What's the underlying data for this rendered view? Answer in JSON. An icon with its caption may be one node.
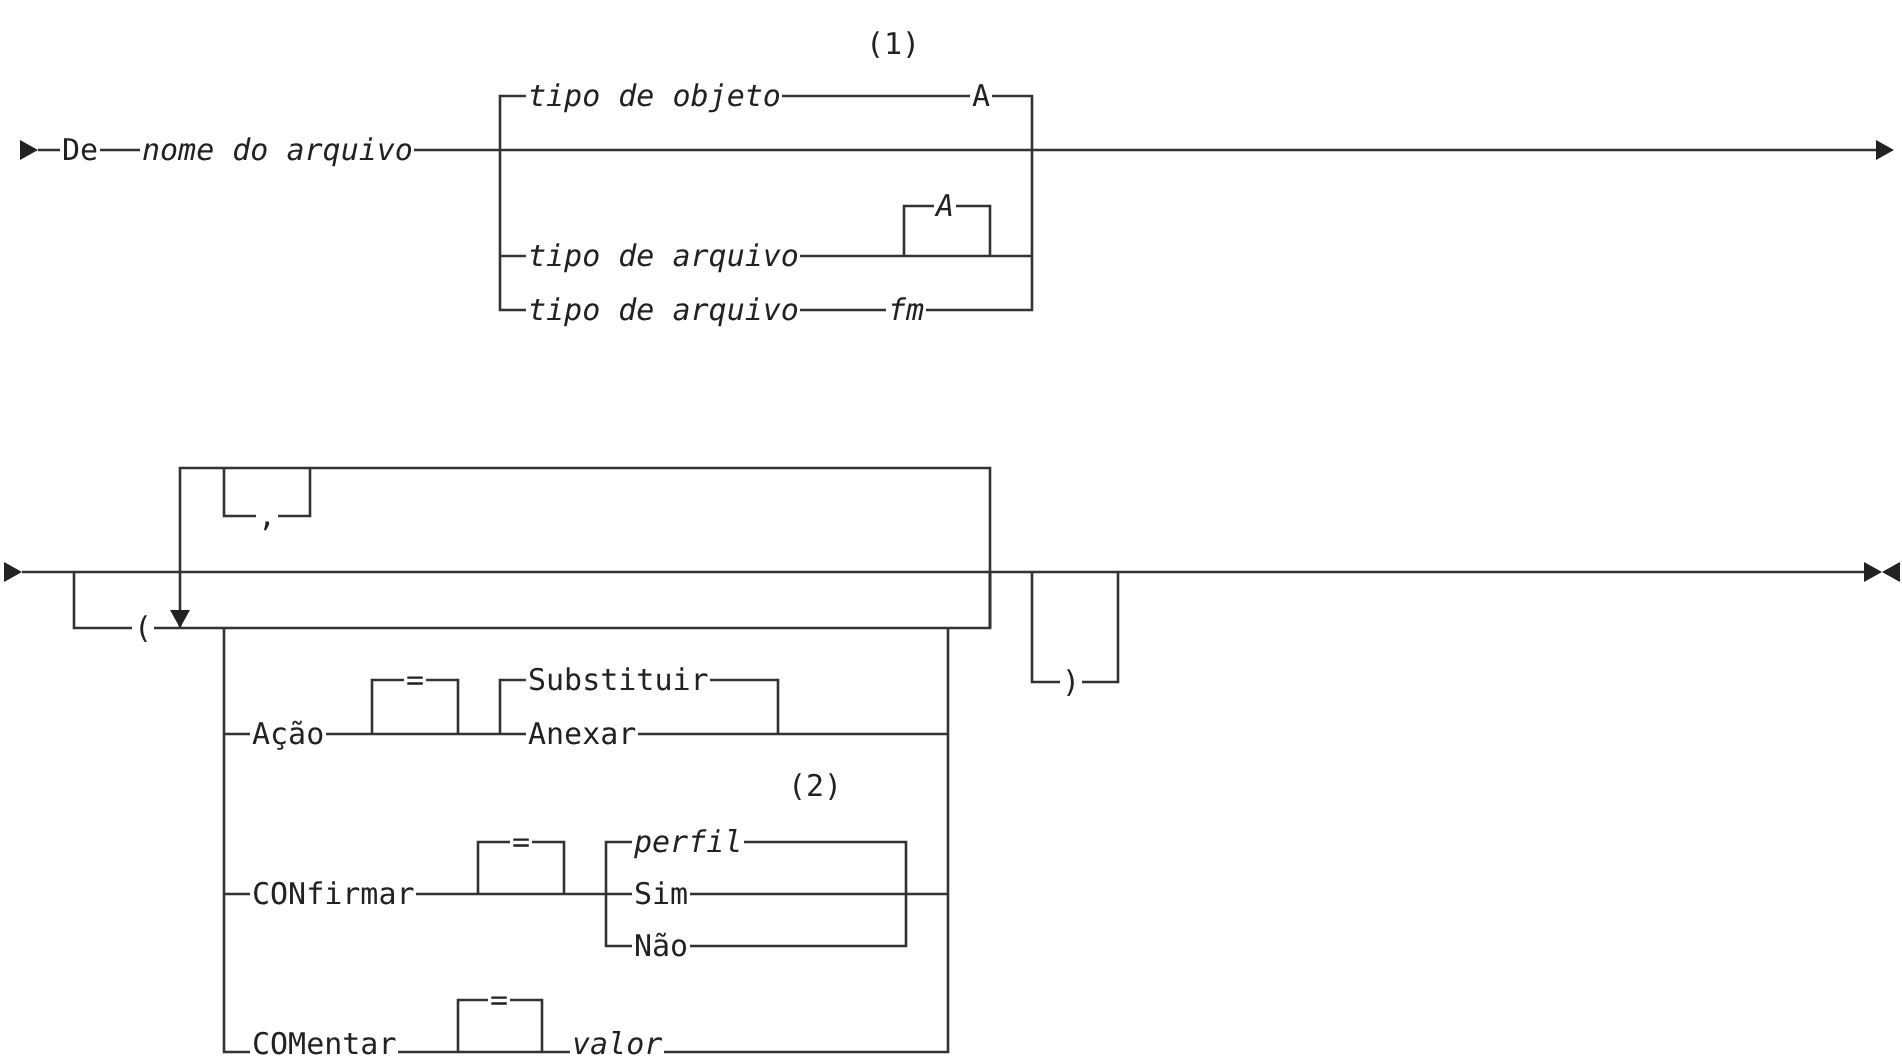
{
  "diagram": {
    "labels": [
      "(1)",
      "De",
      "nome do arquivo",
      "tipo de objeto",
      "A",
      "A",
      "tipo de arquivo",
      "tipo de arquivo",
      "fm",
      ",",
      "(",
      "=",
      "Substituir",
      ")",
      "Ação",
      "Anexar",
      "(2)",
      "=",
      "perfil",
      "CONfirmar",
      "Sim",
      "Não",
      "=",
      "COMentar",
      "valor"
    ]
  }
}
